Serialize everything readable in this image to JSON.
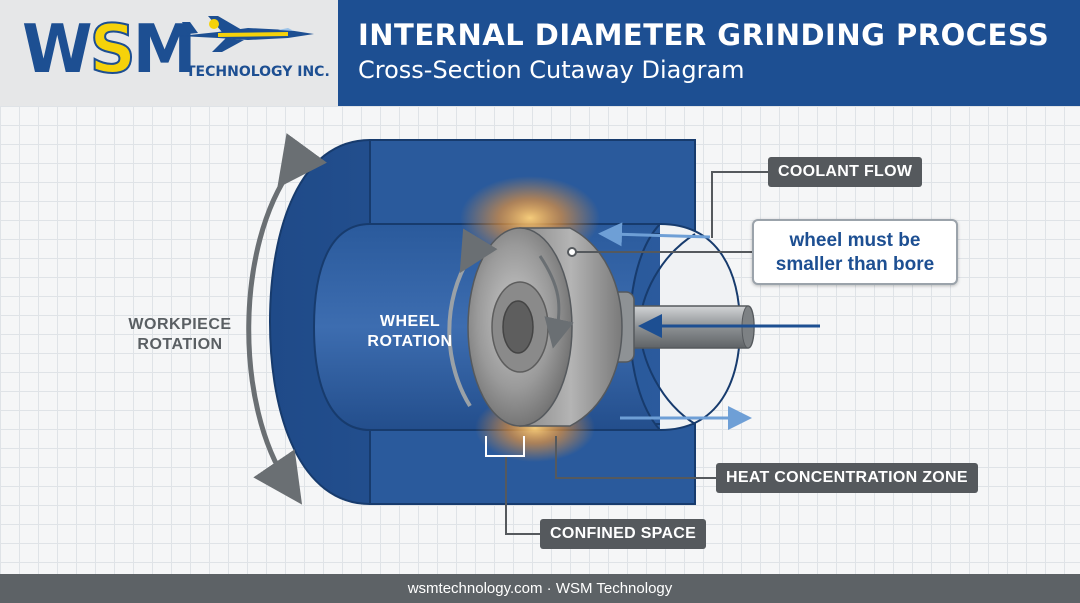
{
  "header": {
    "logo_text_1": "W",
    "logo_text_2": "S",
    "logo_text_3": "M",
    "logo_sub": "TECHNOLOGY INC.",
    "title": "INTERNAL DIAMETER GRINDING PROCESS",
    "subtitle": "Cross-Section Cutaway Diagram"
  },
  "labels": {
    "workpiece_rotation_1": "WORKPIECE",
    "workpiece_rotation_2": "ROTATION",
    "wheel_rotation_1": "WHEEL",
    "wheel_rotation_2": "ROTATION",
    "coolant_flow": "COOLANT FLOW",
    "note_1": "wheel must be",
    "note_2": "smaller than bore",
    "heat_zone": "HEAT CONCENTRATION ZONE",
    "confined_space": "CONFINED SPACE"
  },
  "footer": {
    "text": "wsmtechnology.com · WSM Technology"
  },
  "colors": {
    "brand_blue": "#1d4f92",
    "logo_yellow": "#f5d20a",
    "tag_gray": "#55595d",
    "heat_orange": "#ff9a2e"
  }
}
